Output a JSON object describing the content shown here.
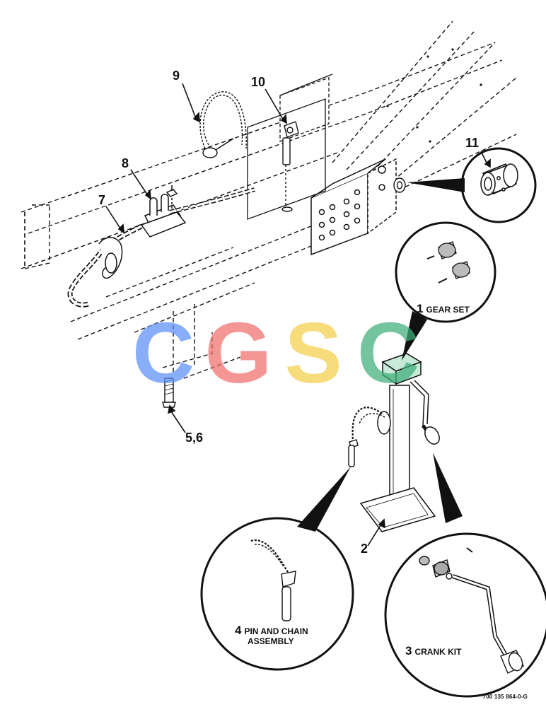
{
  "callouts": {
    "item_9": "9",
    "item_10": "10",
    "item_8": "8",
    "item_7": "7",
    "item_11": "11",
    "item_5_6": "5,6",
    "item_2": "2"
  },
  "detail_views": {
    "gear_set": {
      "number": "1",
      "name": "GEAR SET"
    },
    "crank_kit": {
      "number": "3",
      "name": "CRANK KIT"
    },
    "pin_and_chain": {
      "number": "4",
      "name_line1": "PIN AND CHAIN",
      "name_line2": "ASSEMBLY"
    }
  },
  "figure_id": "700 135 864-0-G",
  "watermark": {
    "letters": [
      "C",
      "G",
      "S",
      "C"
    ],
    "colors": [
      "#5b8ff9",
      "#ef6f6c",
      "#f5cf4a",
      "#3fae79"
    ]
  },
  "palette": {
    "line": "#111111",
    "jack_highlight": "#c8ead9"
  }
}
